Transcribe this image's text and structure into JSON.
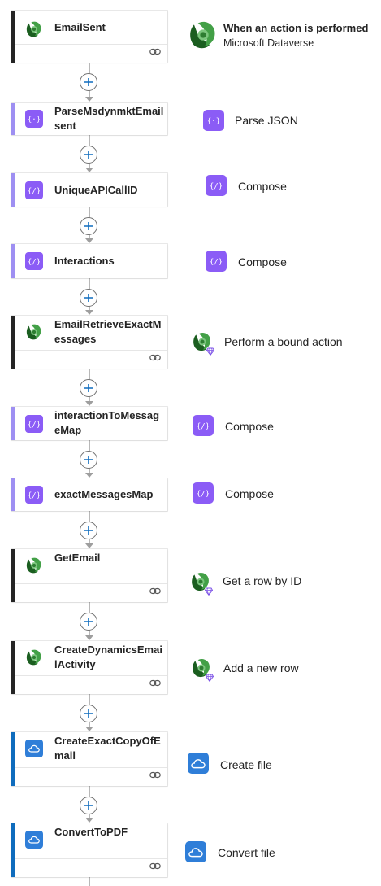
{
  "trigger": {
    "card_title": "EmailSent",
    "side_title": "When an action is performed",
    "side_subtitle": "Microsoft Dataverse"
  },
  "steps": [
    {
      "id": "parse",
      "card_title": "ParseMsdynmktEmailsent",
      "side_label": "Parse JSON"
    },
    {
      "id": "unique",
      "card_title": "UniqueAPICallID",
      "side_label": "Compose"
    },
    {
      "id": "interactions",
      "card_title": "Interactions",
      "side_label": "Compose"
    },
    {
      "id": "retrieve",
      "card_title": "EmailRetrieveExactMessages",
      "side_label": "Perform a bound action"
    },
    {
      "id": "imap",
      "card_title": "interactionToMessageMap",
      "side_label": "Compose"
    },
    {
      "id": "emap",
      "card_title": "exactMessagesMap",
      "side_label": "Compose"
    },
    {
      "id": "getemail",
      "card_title": "GetEmail",
      "side_label": "Get a row by ID"
    },
    {
      "id": "createact",
      "card_title": "CreateDynamicsEmailActivity",
      "side_label": "Add a new row"
    },
    {
      "id": "createcopy",
      "card_title": "CreateExactCopyOfEmail",
      "side_label": "Create file"
    },
    {
      "id": "convert",
      "card_title": "ConvertToPDF",
      "side_label": "Convert file"
    }
  ],
  "colors": {
    "compose": "#8b5cf6",
    "dataverse_green": "#2e7d32",
    "onedrive": "#2f7ed8",
    "card_border_dataverse": "#242424",
    "card_border_onedrive": "#0f6cbd"
  },
  "icons": {
    "dataverse": "dataverse-icon",
    "compose": "compose-icon",
    "onedrive": "onedrive-icon",
    "link": "link-icon",
    "add": "add-icon"
  }
}
